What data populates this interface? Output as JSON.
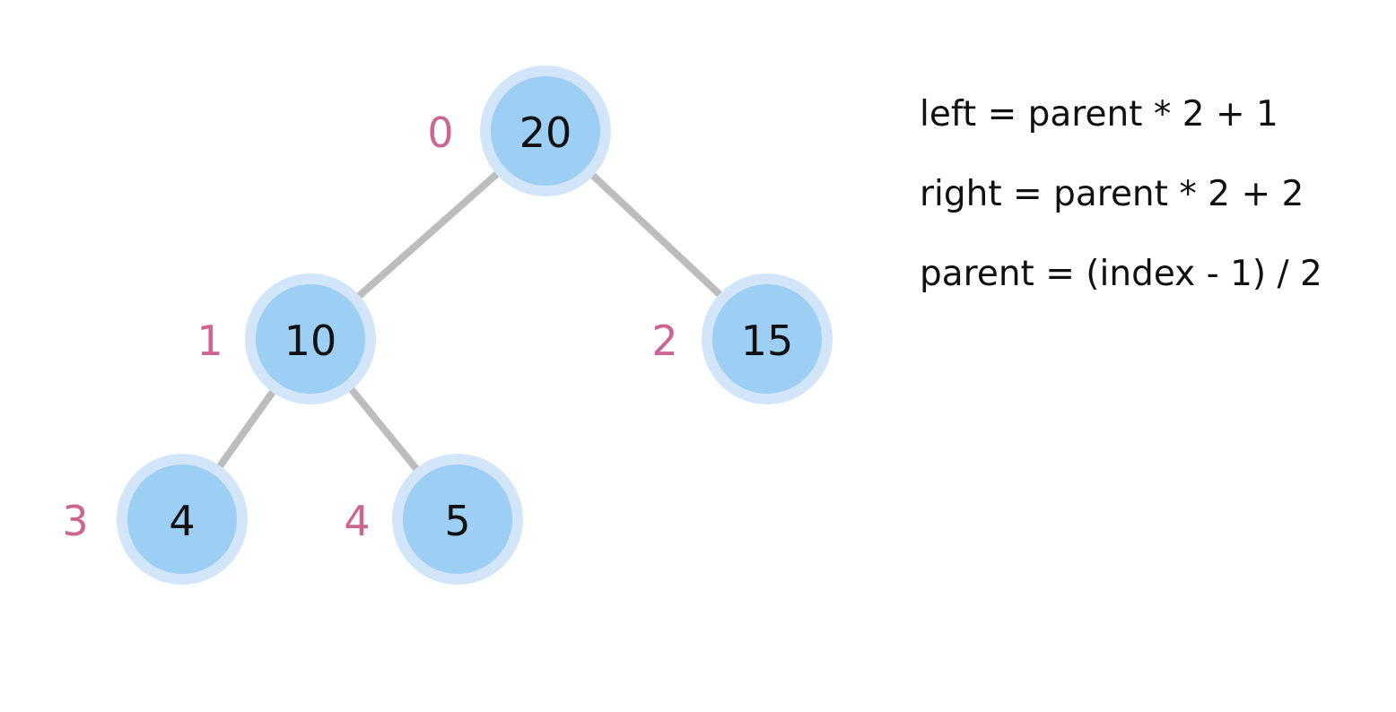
{
  "colors": {
    "edge": "#bdbdbd",
    "node_fill": "#9dcff4",
    "node_halo": "#d3e5f8",
    "index_label": "#cc6591",
    "text": "#111111"
  },
  "tree": {
    "nodes": [
      {
        "index": "0",
        "value": "20"
      },
      {
        "index": "1",
        "value": "10"
      },
      {
        "index": "2",
        "value": "15"
      },
      {
        "index": "3",
        "value": "4"
      },
      {
        "index": "4",
        "value": "5"
      }
    ],
    "edges": [
      {
        "from": 0,
        "to": 1
      },
      {
        "from": 0,
        "to": 2
      },
      {
        "from": 1,
        "to": 3
      },
      {
        "from": 1,
        "to": 4
      }
    ]
  },
  "formulas": {
    "left": "left = parent * 2 + 1",
    "right": "right = parent * 2 + 2",
    "parent": "parent = (index - 1) / 2"
  }
}
